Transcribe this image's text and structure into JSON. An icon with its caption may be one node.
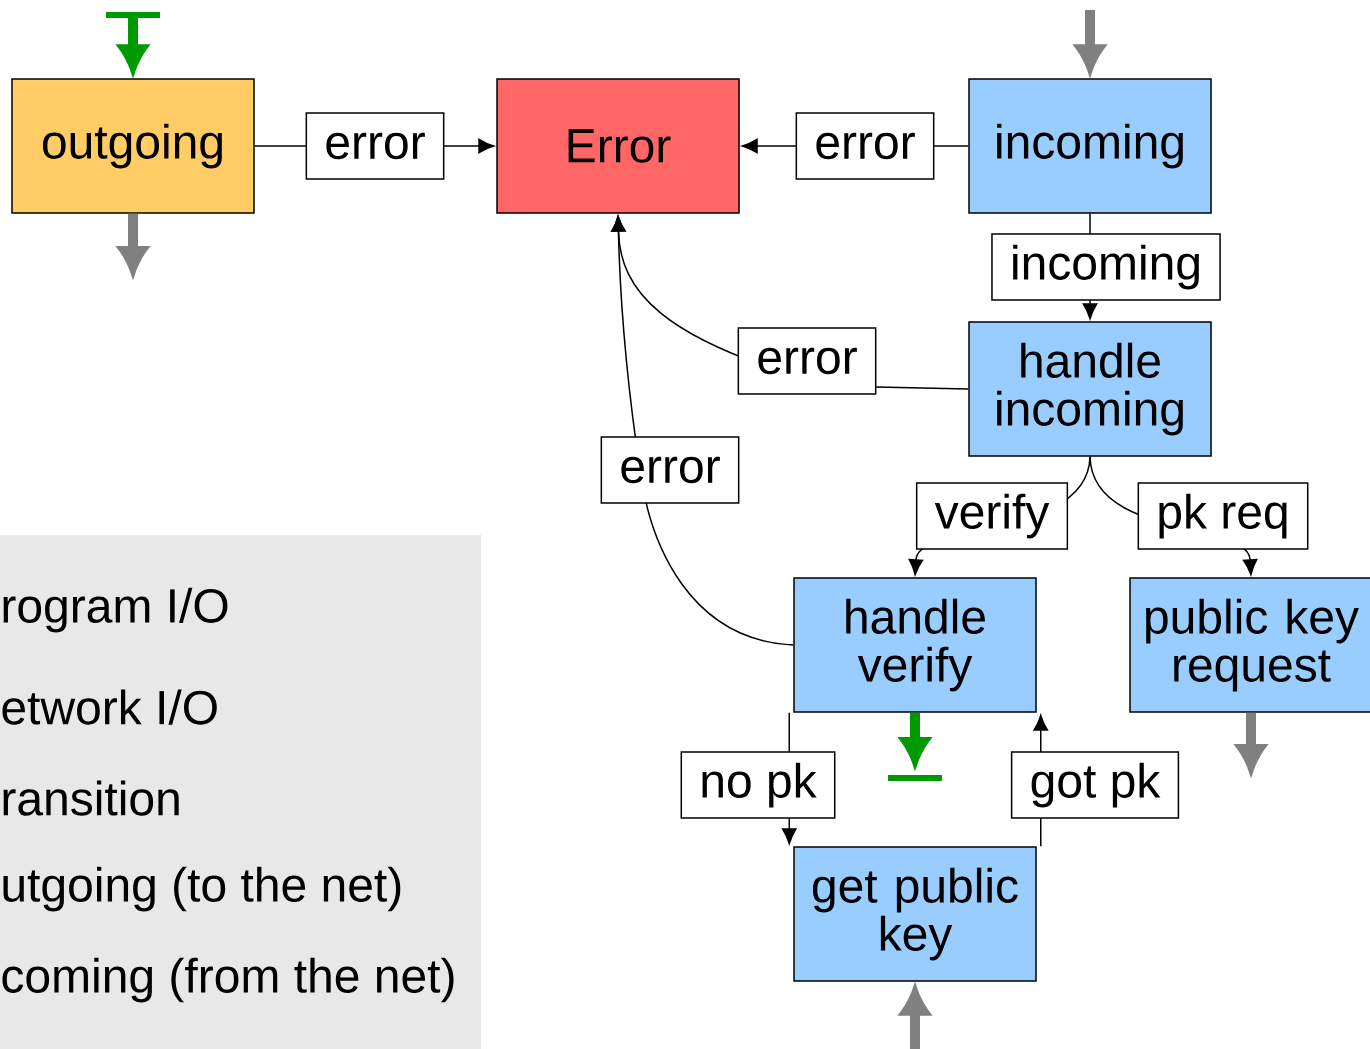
{
  "diagram": {
    "nodes": [
      {
        "text": [
          "outgoing"
        ]
      },
      {
        "text": [
          "Error"
        ]
      },
      {
        "text": [
          "incoming"
        ]
      },
      {
        "text": [
          "handle incoming"
        ]
      },
      {
        "text": [
          "handle verify"
        ]
      },
      {
        "text": [
          "public key request"
        ]
      },
      {
        "text": [
          "get public key"
        ]
      }
    ],
    "edges": [
      {
        "from": 0,
        "to": 1,
        "arrow": "to",
        "label": "error"
      },
      {
        "from": 2,
        "to": 1,
        "arrow": "to",
        "label": "error"
      },
      {
        "from": 2,
        "to": 3,
        "arrow": "to",
        "label": "incoming"
      },
      {
        "from": 3,
        "to": 1,
        "arrow": "to",
        "label": "error"
      },
      {
        "from": 4,
        "to": 1,
        "arrow": "to",
        "label": "error"
      },
      {
        "from": 3,
        "to": 4,
        "arrow": "to",
        "label": "verify"
      },
      {
        "from": 3,
        "to": 5,
        "arrow": "to",
        "label": "pk req"
      },
      {
        "from": 4,
        "to": 6,
        "arrow": "to",
        "label": "no pk"
      },
      {
        "from": 6,
        "to": 4,
        "arrow": "to",
        "label": "got pk"
      },
      {
        "from": null,
        "to": 0,
        "arrow": "to",
        "style": "thick",
        "color": "#009900"
      },
      {
        "from": 0,
        "to": null,
        "arrow": "to",
        "style": "thick",
        "color": "#808080"
      },
      {
        "from": null,
        "to": 2,
        "arrow": "to",
        "style": "thick",
        "color": "#808080"
      },
      {
        "from": 4,
        "to": null,
        "arrow": "to",
        "style": "thick",
        "color": "#009900"
      },
      {
        "from": 5,
        "to": null,
        "arrow": "to",
        "style": "thick",
        "color": "#808080"
      },
      {
        "from": null,
        "to": 6,
        "arrow": "to",
        "style": "thick",
        "color": "#808080"
      }
    ],
    "legend": [
      {
        "text": "rogram I/O"
      },
      {
        "text": "etwork I/O"
      },
      {
        "text": "ransition"
      },
      {
        "text": "utgoing (to the net)"
      },
      {
        "text": "coming (from the net)"
      }
    ]
  }
}
